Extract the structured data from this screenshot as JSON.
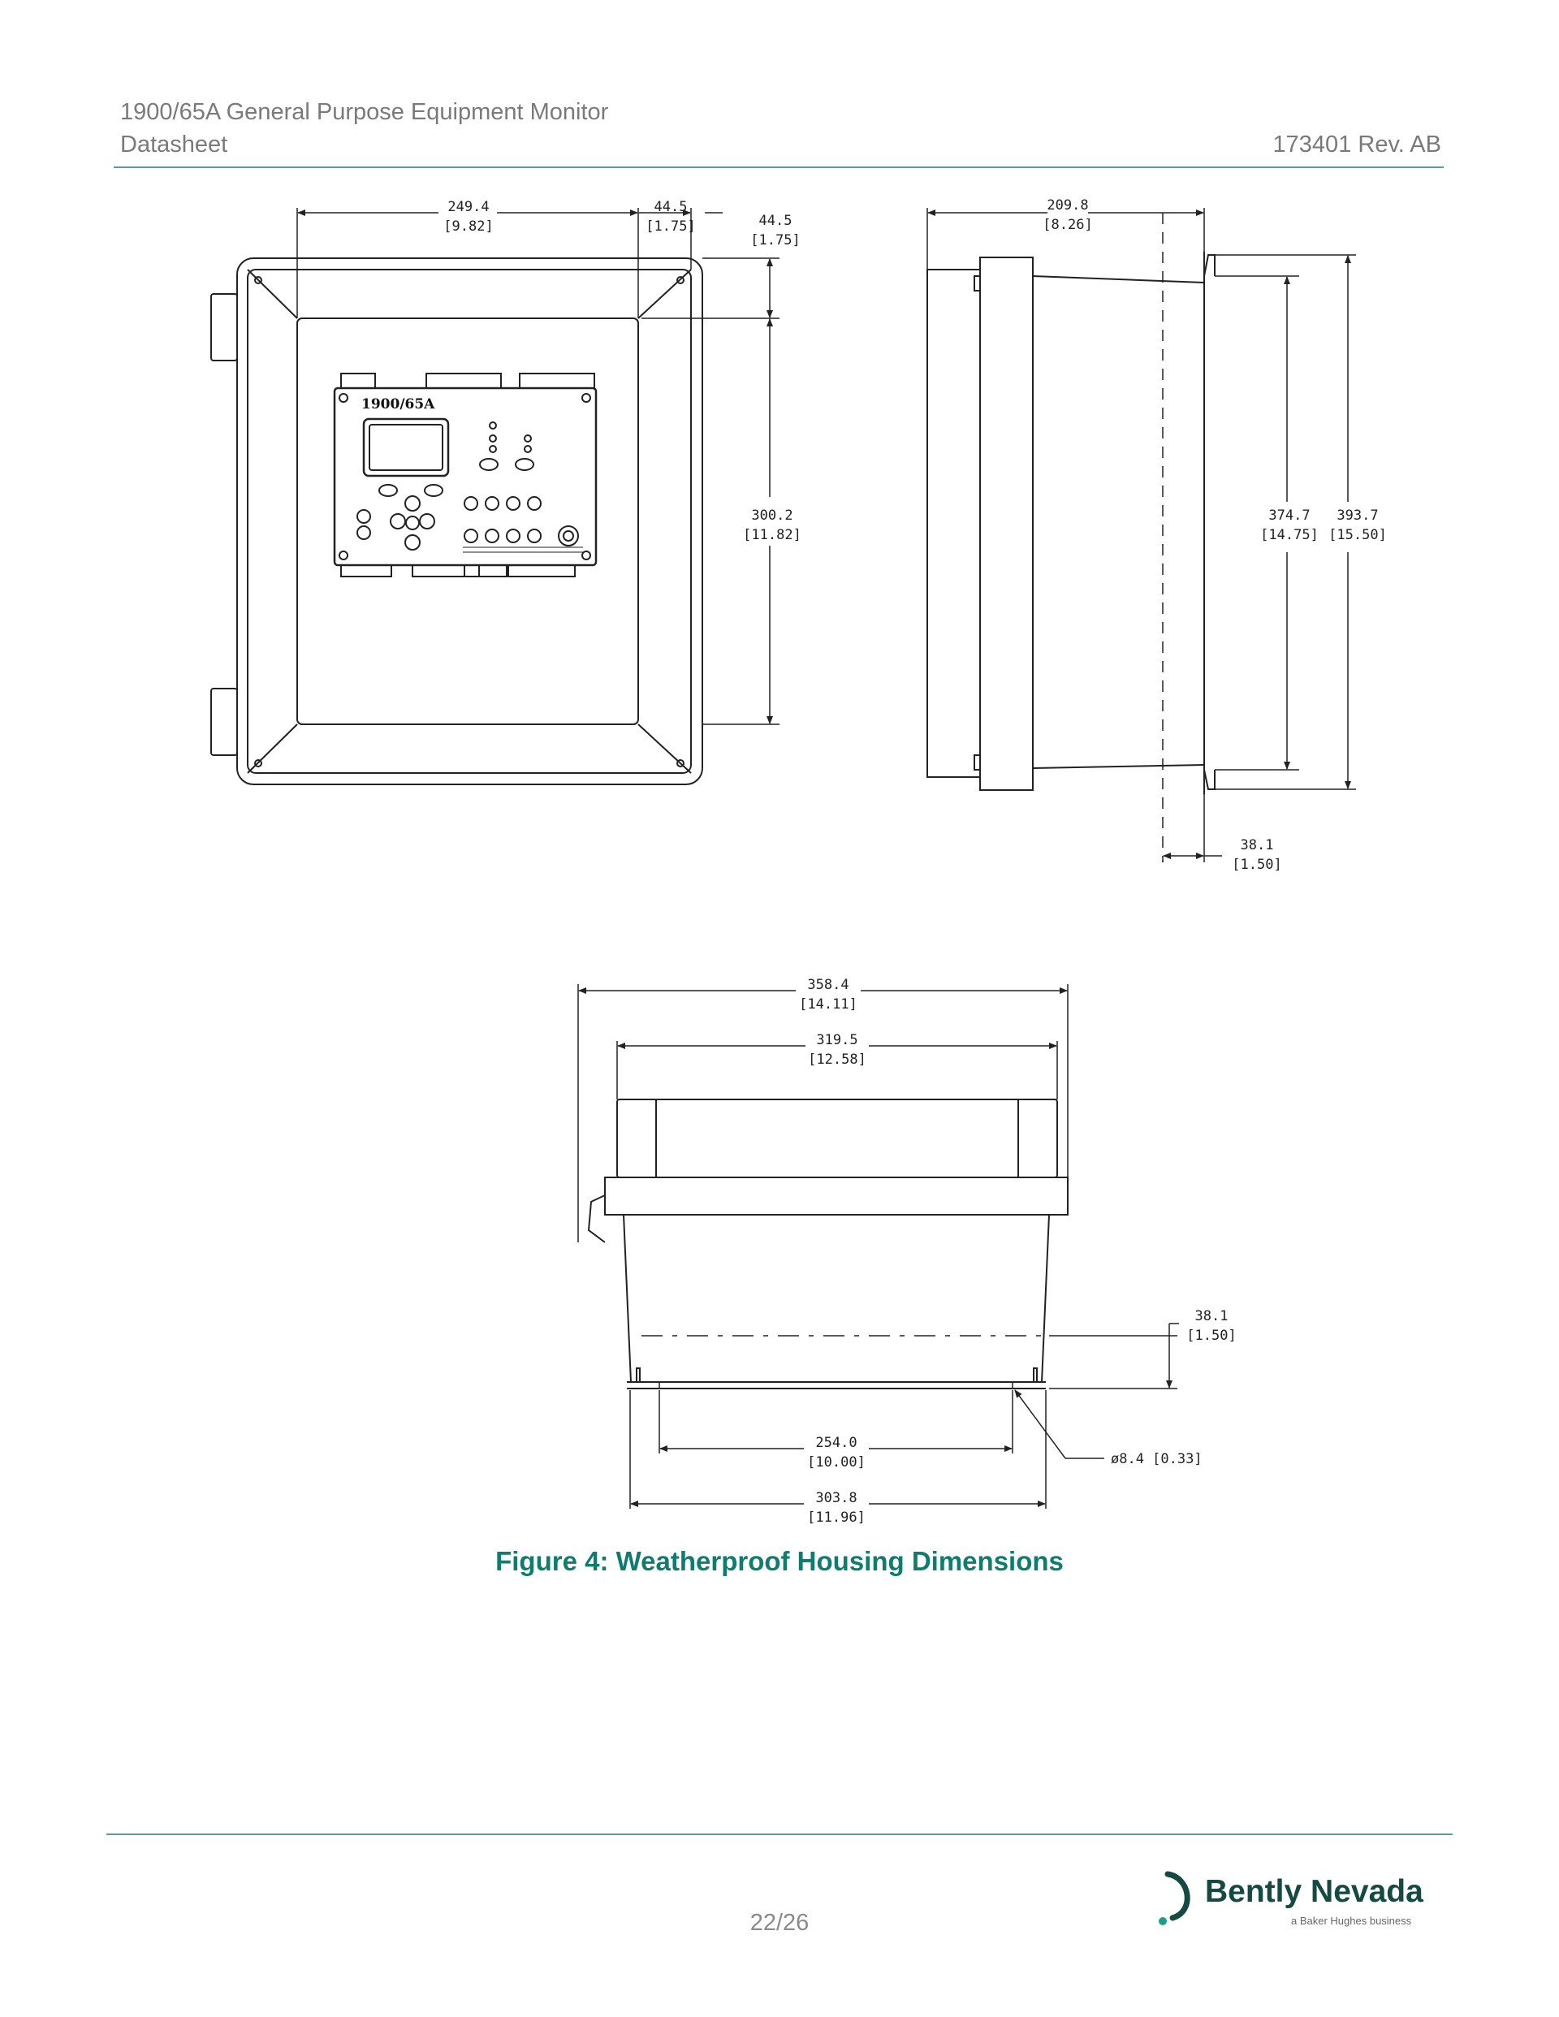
{
  "header": {
    "title": "1900/65A General Purpose Equipment Monitor",
    "subtitle": "Datasheet",
    "doc_number": "173401 Rev. AB"
  },
  "figure": {
    "caption": "Figure 4:  Weatherproof Housing Dimensions",
    "device_label": "1900/65A",
    "dimensions": {
      "front_width": {
        "mm": "249.4",
        "in": "[9.82]"
      },
      "front_offset_h": {
        "mm": "44.5",
        "in": "[1.75]"
      },
      "front_offset_v": {
        "mm": "44.5",
        "in": "[1.75]"
      },
      "front_height": {
        "mm": "300.2",
        "in": "[11.82]"
      },
      "side_depth": {
        "mm": "209.8",
        "in": "[8.26]"
      },
      "side_height_inner": {
        "mm": "374.7",
        "in": "[14.75]"
      },
      "side_height_outer": {
        "mm": "393.7",
        "in": "[15.50]"
      },
      "side_flange": {
        "mm": "38.1",
        "in": "[1.50]"
      },
      "bottom_overall": {
        "mm": "358.4",
        "in": "[14.11]"
      },
      "bottom_body": {
        "mm": "319.5",
        "in": "[12.58]"
      },
      "bottom_mount_depth": {
        "mm": "38.1",
        "in": "[1.50]"
      },
      "bottom_hole_spacing": {
        "mm": "254.0",
        "in": "[10.00]"
      },
      "bottom_base": {
        "mm": "303.8",
        "in": "[11.96]"
      },
      "hole_diameter": "ø8.4 [0.33]"
    }
  },
  "footer": {
    "page": "22/26",
    "brand": "Bently Nevada",
    "tagline": "a Baker Hughes business"
  },
  "colors": {
    "accent": "#0f7d6e",
    "rule": "#5d9b95",
    "brand_dark": "#154a43"
  }
}
